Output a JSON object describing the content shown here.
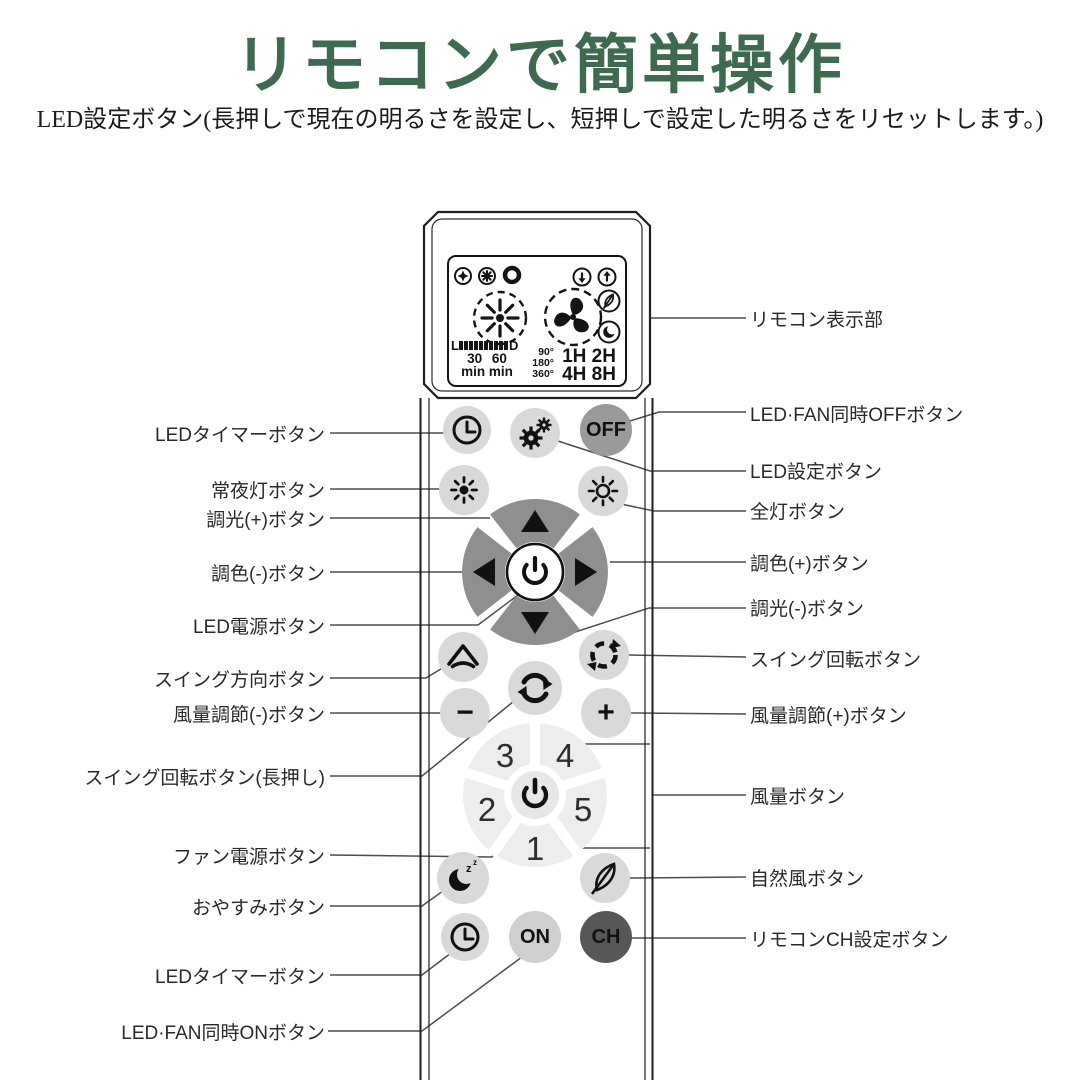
{
  "title": "リモコンで簡単操作",
  "subtitle": "LED設定ボタン(長押しで現在の明るさを設定し、短押しで設定した明るさをリセットします。)",
  "colors": {
    "title_green": "#3e6a50",
    "button_gray": "#d9d9d9",
    "off_button_gray": "#9a9a9a",
    "ch_button_gray": "#575757",
    "dpad_gray": "#8f8f8f",
    "wheel_gray": "#ededed",
    "callout_line": "#4d4d4d"
  },
  "display": {
    "bar_left": "L",
    "bar_right": "D",
    "minutes_values": "30  60",
    "minutes_units": "min min",
    "degrees": [
      "90°",
      "180°",
      "360°"
    ],
    "hours_row1": "1H 2H",
    "hours_row2": "4H 8H"
  },
  "buttons": {
    "off": "OFF",
    "on": "ON",
    "ch": "CH",
    "minus": "−",
    "plus": "+"
  },
  "fan_speeds": [
    "1",
    "2",
    "3",
    "4",
    "5"
  ],
  "labels_left": [
    "LEDタイマーボタン",
    "常夜灯ボタン",
    "調光(+)ボタン",
    "調色(-)ボタン",
    "LED電源ボタン",
    "スイング方向ボタン",
    "風量調節(-)ボタン",
    "スイング回転ボタン(長押し)",
    "ファン電源ボタン",
    "おやすみボタン",
    "LEDタイマーボタン",
    "LED·FAN同時ONボタン"
  ],
  "labels_right": [
    "リモコン表示部",
    "LED·FAN同時OFFボタン",
    "LED設定ボタン",
    "全灯ボタン",
    "調色(+)ボタン",
    "調光(-)ボタン",
    "スイング回転ボタン",
    "風量調節(+)ボタン",
    "風量ボタン",
    "自然風ボタン",
    "リモコンCH設定ボタン"
  ]
}
